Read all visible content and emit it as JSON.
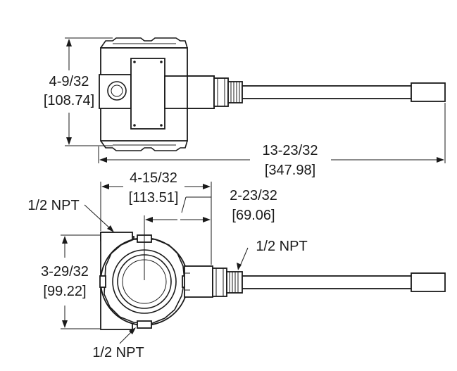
{
  "top_view": {
    "height_label": "4-9/32",
    "height_label_mm": "[108.74]",
    "length_label": "13-23/32",
    "length_label_mm": "[347.98]"
  },
  "front_view": {
    "width_label": "4-15/32",
    "width_label_mm": "[113.51]",
    "offset_label": "2-23/32",
    "offset_label_mm": "[69.06]",
    "height_label": "3-29/32",
    "height_label_mm": "[99.22]",
    "npt_top_label": "1/2 NPT",
    "npt_right_label": "1/2 NPT",
    "npt_bottom_label": "1/2 NPT"
  }
}
